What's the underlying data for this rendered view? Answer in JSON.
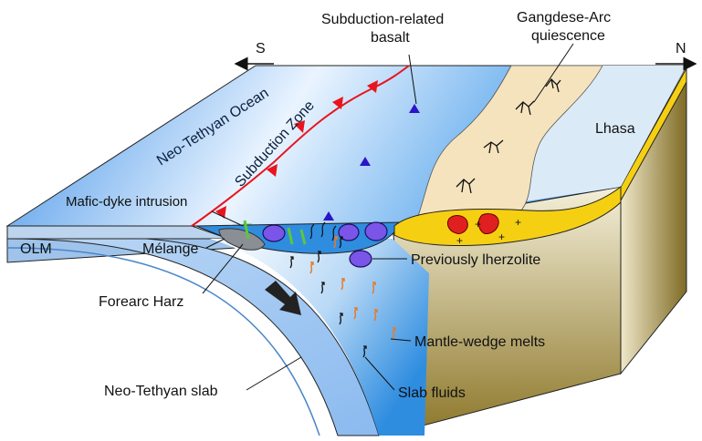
{
  "compass": {
    "south": "S",
    "north": "N"
  },
  "labels": {
    "subduction_basalt_line1": "Subduction-related",
    "subduction_basalt_line2": "basalt",
    "gangdese_line1": "Gangdese-Arc",
    "gangdese_line2": "quiescence",
    "neo_tethyan_ocean": "Neo-Tethyan Ocean",
    "subduction_zone": "Subduction Zone",
    "lhasa": "Lhasa",
    "mafic_dyke": "Mafic-dyke intrusion",
    "olm": "OLM",
    "melange": "Mélange",
    "previously_lherzolite": "Previously lherzolite",
    "forearc_harz": "Forearc Harz",
    "mantle_wedge_melts": "Mantle-wedge melts",
    "neo_tethyan_slab": "Neo-Tethyan slab",
    "slab_fluids": "Slab fluids"
  },
  "colors": {
    "ocean_deep": "#3d8fe6",
    "ocean_light": "#eaf4ff",
    "slab": "#a9ccf2",
    "basin": "#2f8de0",
    "arc_belt": "#f5e3bd",
    "lhasa_surface": "#dbeaf7",
    "crust_yellow": "#f5cf11",
    "basement_brown": "#9c8a45",
    "trench_red": "#e8141e",
    "basalt_triangle": "#2a15c9",
    "lherzolite": "#7a55e8",
    "melt_orange": "#e57b2c",
    "dyke_green": "#5ec73a"
  }
}
